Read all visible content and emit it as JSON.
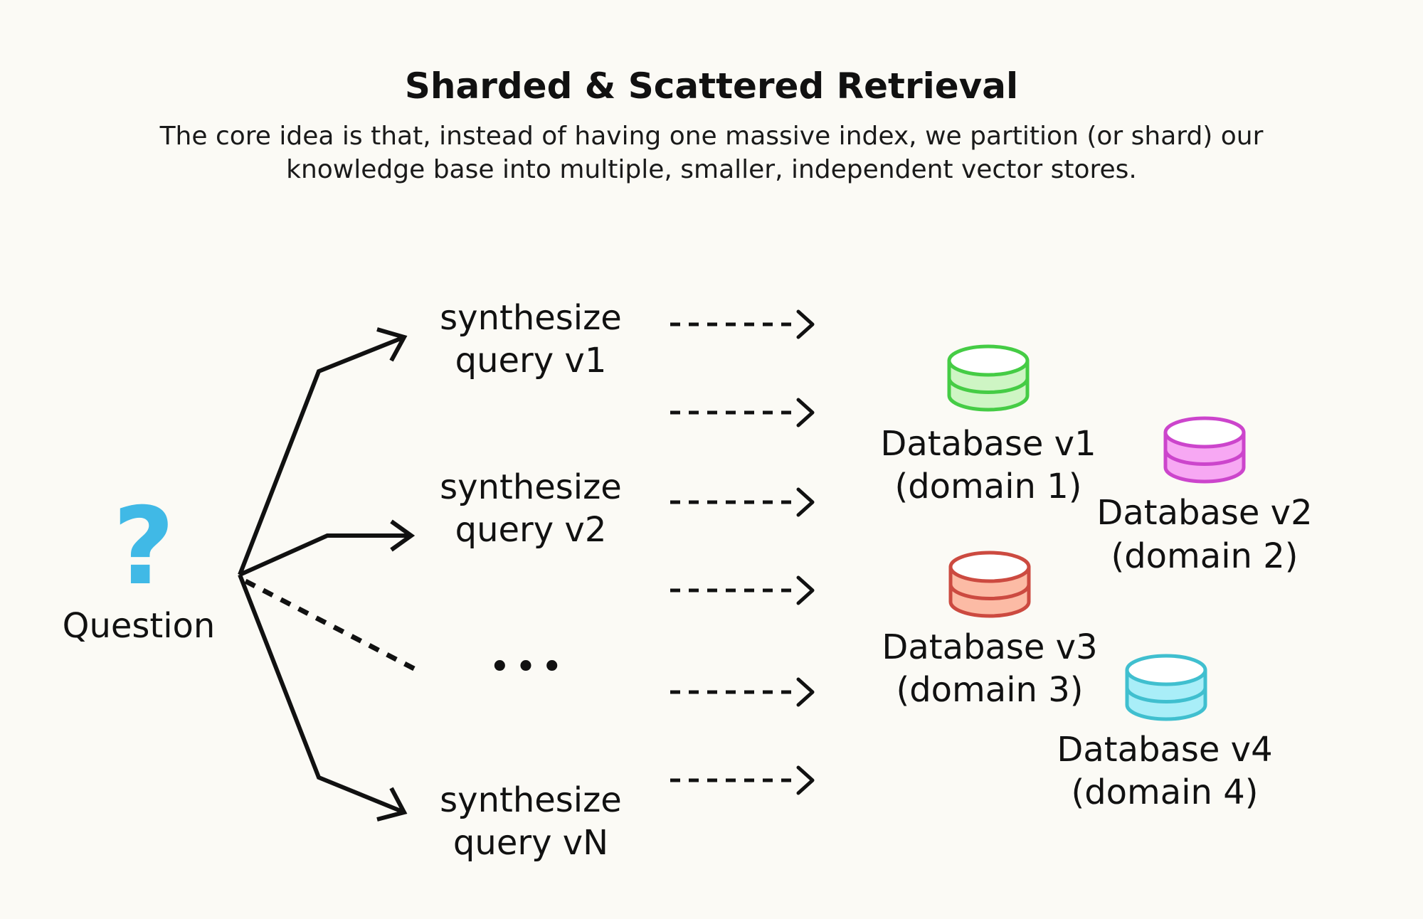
{
  "title": "Sharded & Scattered Retrieval",
  "subtitle_lines": [
    "The core idea is that, instead of having one massive index, we partition (or shard) our",
    "knowledge base into multiple, smaller, independent vector stores."
  ],
  "question": {
    "symbol": "?",
    "label": "Question",
    "color": "#40b9e6"
  },
  "queries": [
    {
      "line1": "synthesize",
      "line2": "query v1"
    },
    {
      "line1": "synthesize",
      "line2": "query v2"
    },
    {
      "line1": "synthesize",
      "line2": "query vN"
    }
  ],
  "ellipsis": "•••",
  "databases": [
    {
      "line1": "Database v1",
      "line2": "(domain 1)",
      "stroke": "#45cc45",
      "fill": "#cef5c4"
    },
    {
      "line1": "Database v2",
      "line2": "(domain 2)",
      "stroke": "#cc45cc",
      "fill": "#f7a8f3"
    },
    {
      "line1": "Database v3",
      "line2": "(domain 3)",
      "stroke": "#cc4a40",
      "fill": "#fcbba5"
    },
    {
      "line1": "Database v4",
      "line2": "(domain 4)",
      "stroke": "#40bfcf",
      "fill": "#a9eef8"
    }
  ]
}
